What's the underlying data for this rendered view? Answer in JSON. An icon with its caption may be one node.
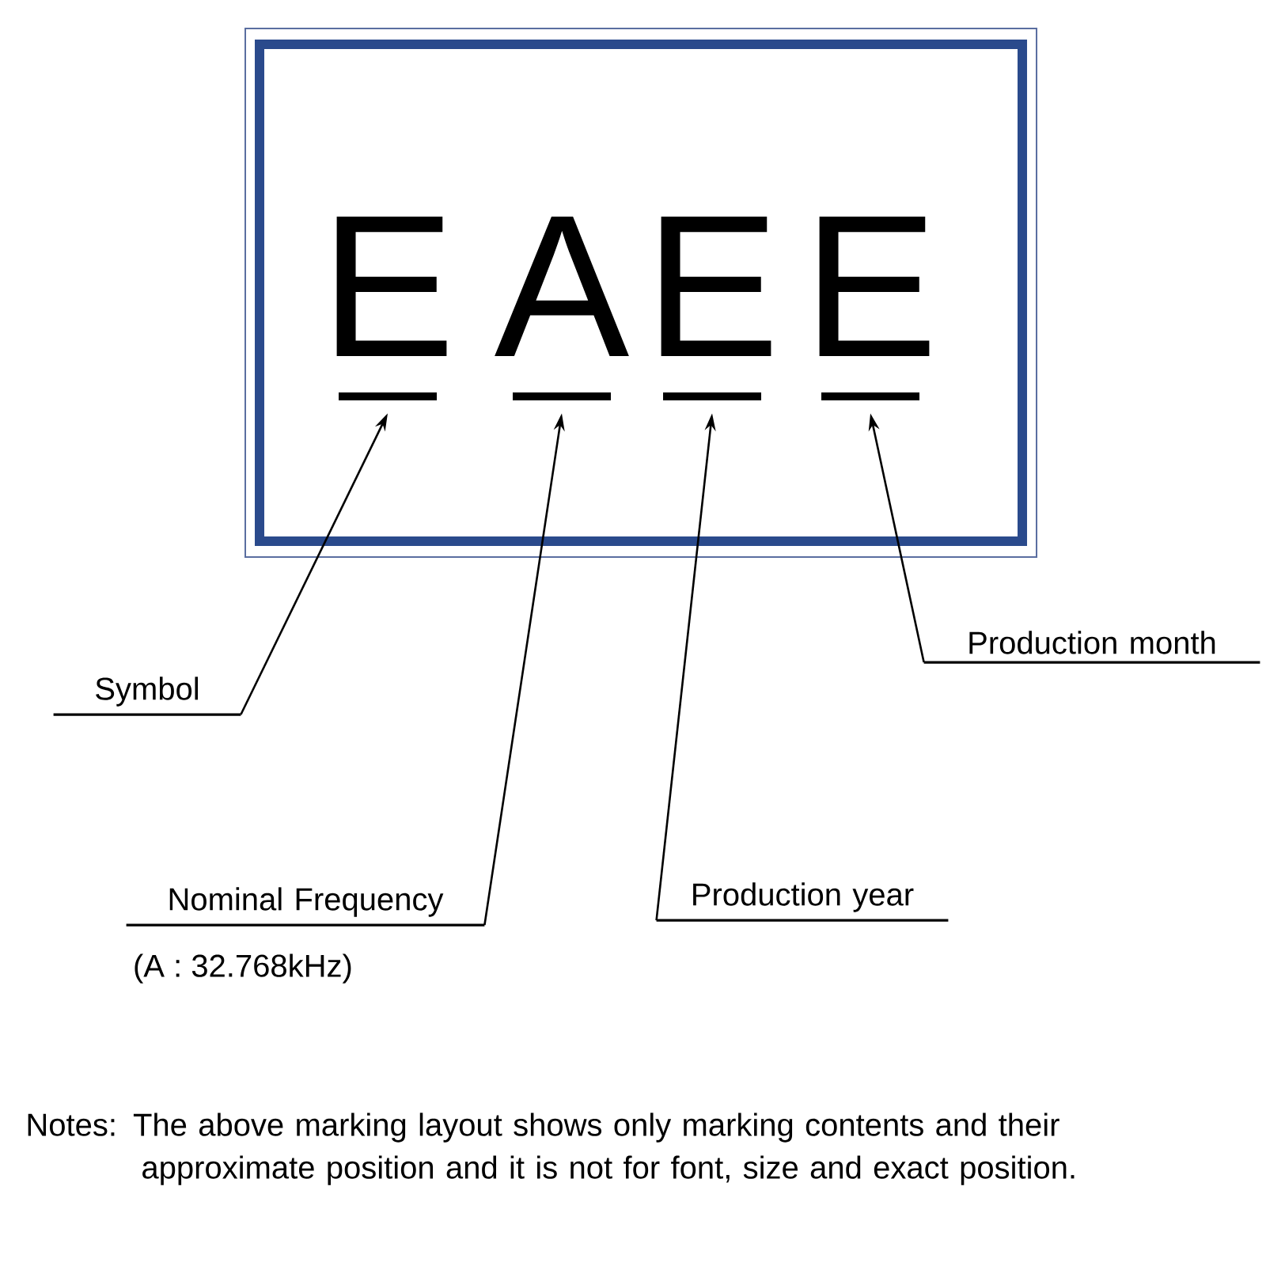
{
  "diagram": {
    "nodes": [
      {
        "text": [],
        "shape": "box"
      },
      {
        "text": [
          "E"
        ],
        "in": 0
      },
      {
        "text": [
          "A"
        ],
        "in": 0
      },
      {
        "text": [
          "E"
        ],
        "in": 0
      },
      {
        "text": [
          "E"
        ],
        "in": 0
      },
      {
        "text": [
          "Symbol"
        ]
      },
      {
        "text": [
          "Production month"
        ]
      },
      {
        "text": [
          "Nominal Frequency"
        ],
        "beside": [
          "(A : 32.768kHz)"
        ]
      },
      {
        "text": [
          "Production year"
        ]
      }
    ],
    "edges": [
      {
        "from": 5,
        "to": 1,
        "arrow": "to"
      },
      {
        "from": 6,
        "to": 4,
        "arrow": "to"
      },
      {
        "from": 7,
        "to": 2,
        "arrow": "to"
      },
      {
        "from": 8,
        "to": 3,
        "arrow": "to"
      }
    ],
    "labels": [
      "Notes: The above marking layout shows only marking contents and their approximate position and it is not for font, size and exact position."
    ]
  }
}
